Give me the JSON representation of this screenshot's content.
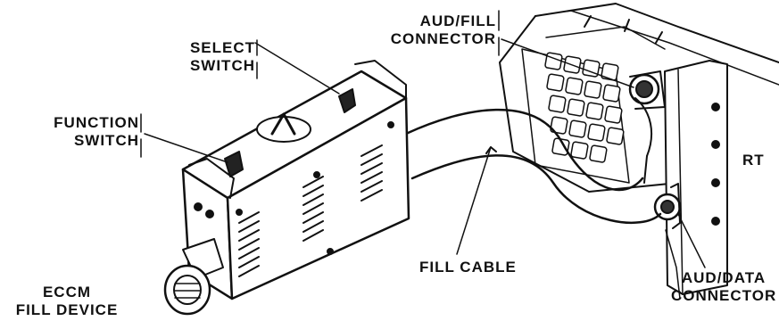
{
  "labels": {
    "select_switch": [
      "SELECT",
      "SWITCH"
    ],
    "function_switch": [
      "FUNCTION",
      "SWITCH"
    ],
    "aud_fill_connector": [
      "AUD/FILL",
      "CONNECTOR"
    ],
    "rt": "RT",
    "fill_cable": "FILL CABLE",
    "aud_data_connector": [
      "AUD/DATA",
      "CONNECTOR"
    ],
    "eccm_fill_device": [
      "ECCM",
      "FILL DEVICE"
    ]
  },
  "colors": {
    "ink": "#111111",
    "paper": "#ffffff",
    "shade": "#777777"
  }
}
